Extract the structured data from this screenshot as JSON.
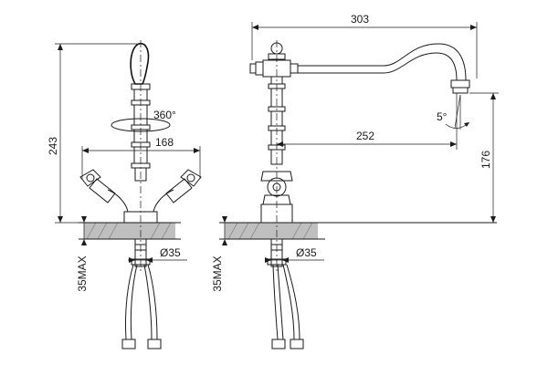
{
  "front_view": {
    "dim_height": "243",
    "dim_width": "168",
    "rotation": "360°",
    "diameter": "Ø35",
    "max_thickness": "35MAX"
  },
  "side_view": {
    "dim_length": "303",
    "dim_reach": "252",
    "dim_spout_height": "176",
    "angle": "5°",
    "diameter": "Ø35",
    "max_thickness": "35MAX"
  },
  "colors": {
    "line": "#1a1a1a",
    "ground": "#bfbfbf"
  }
}
